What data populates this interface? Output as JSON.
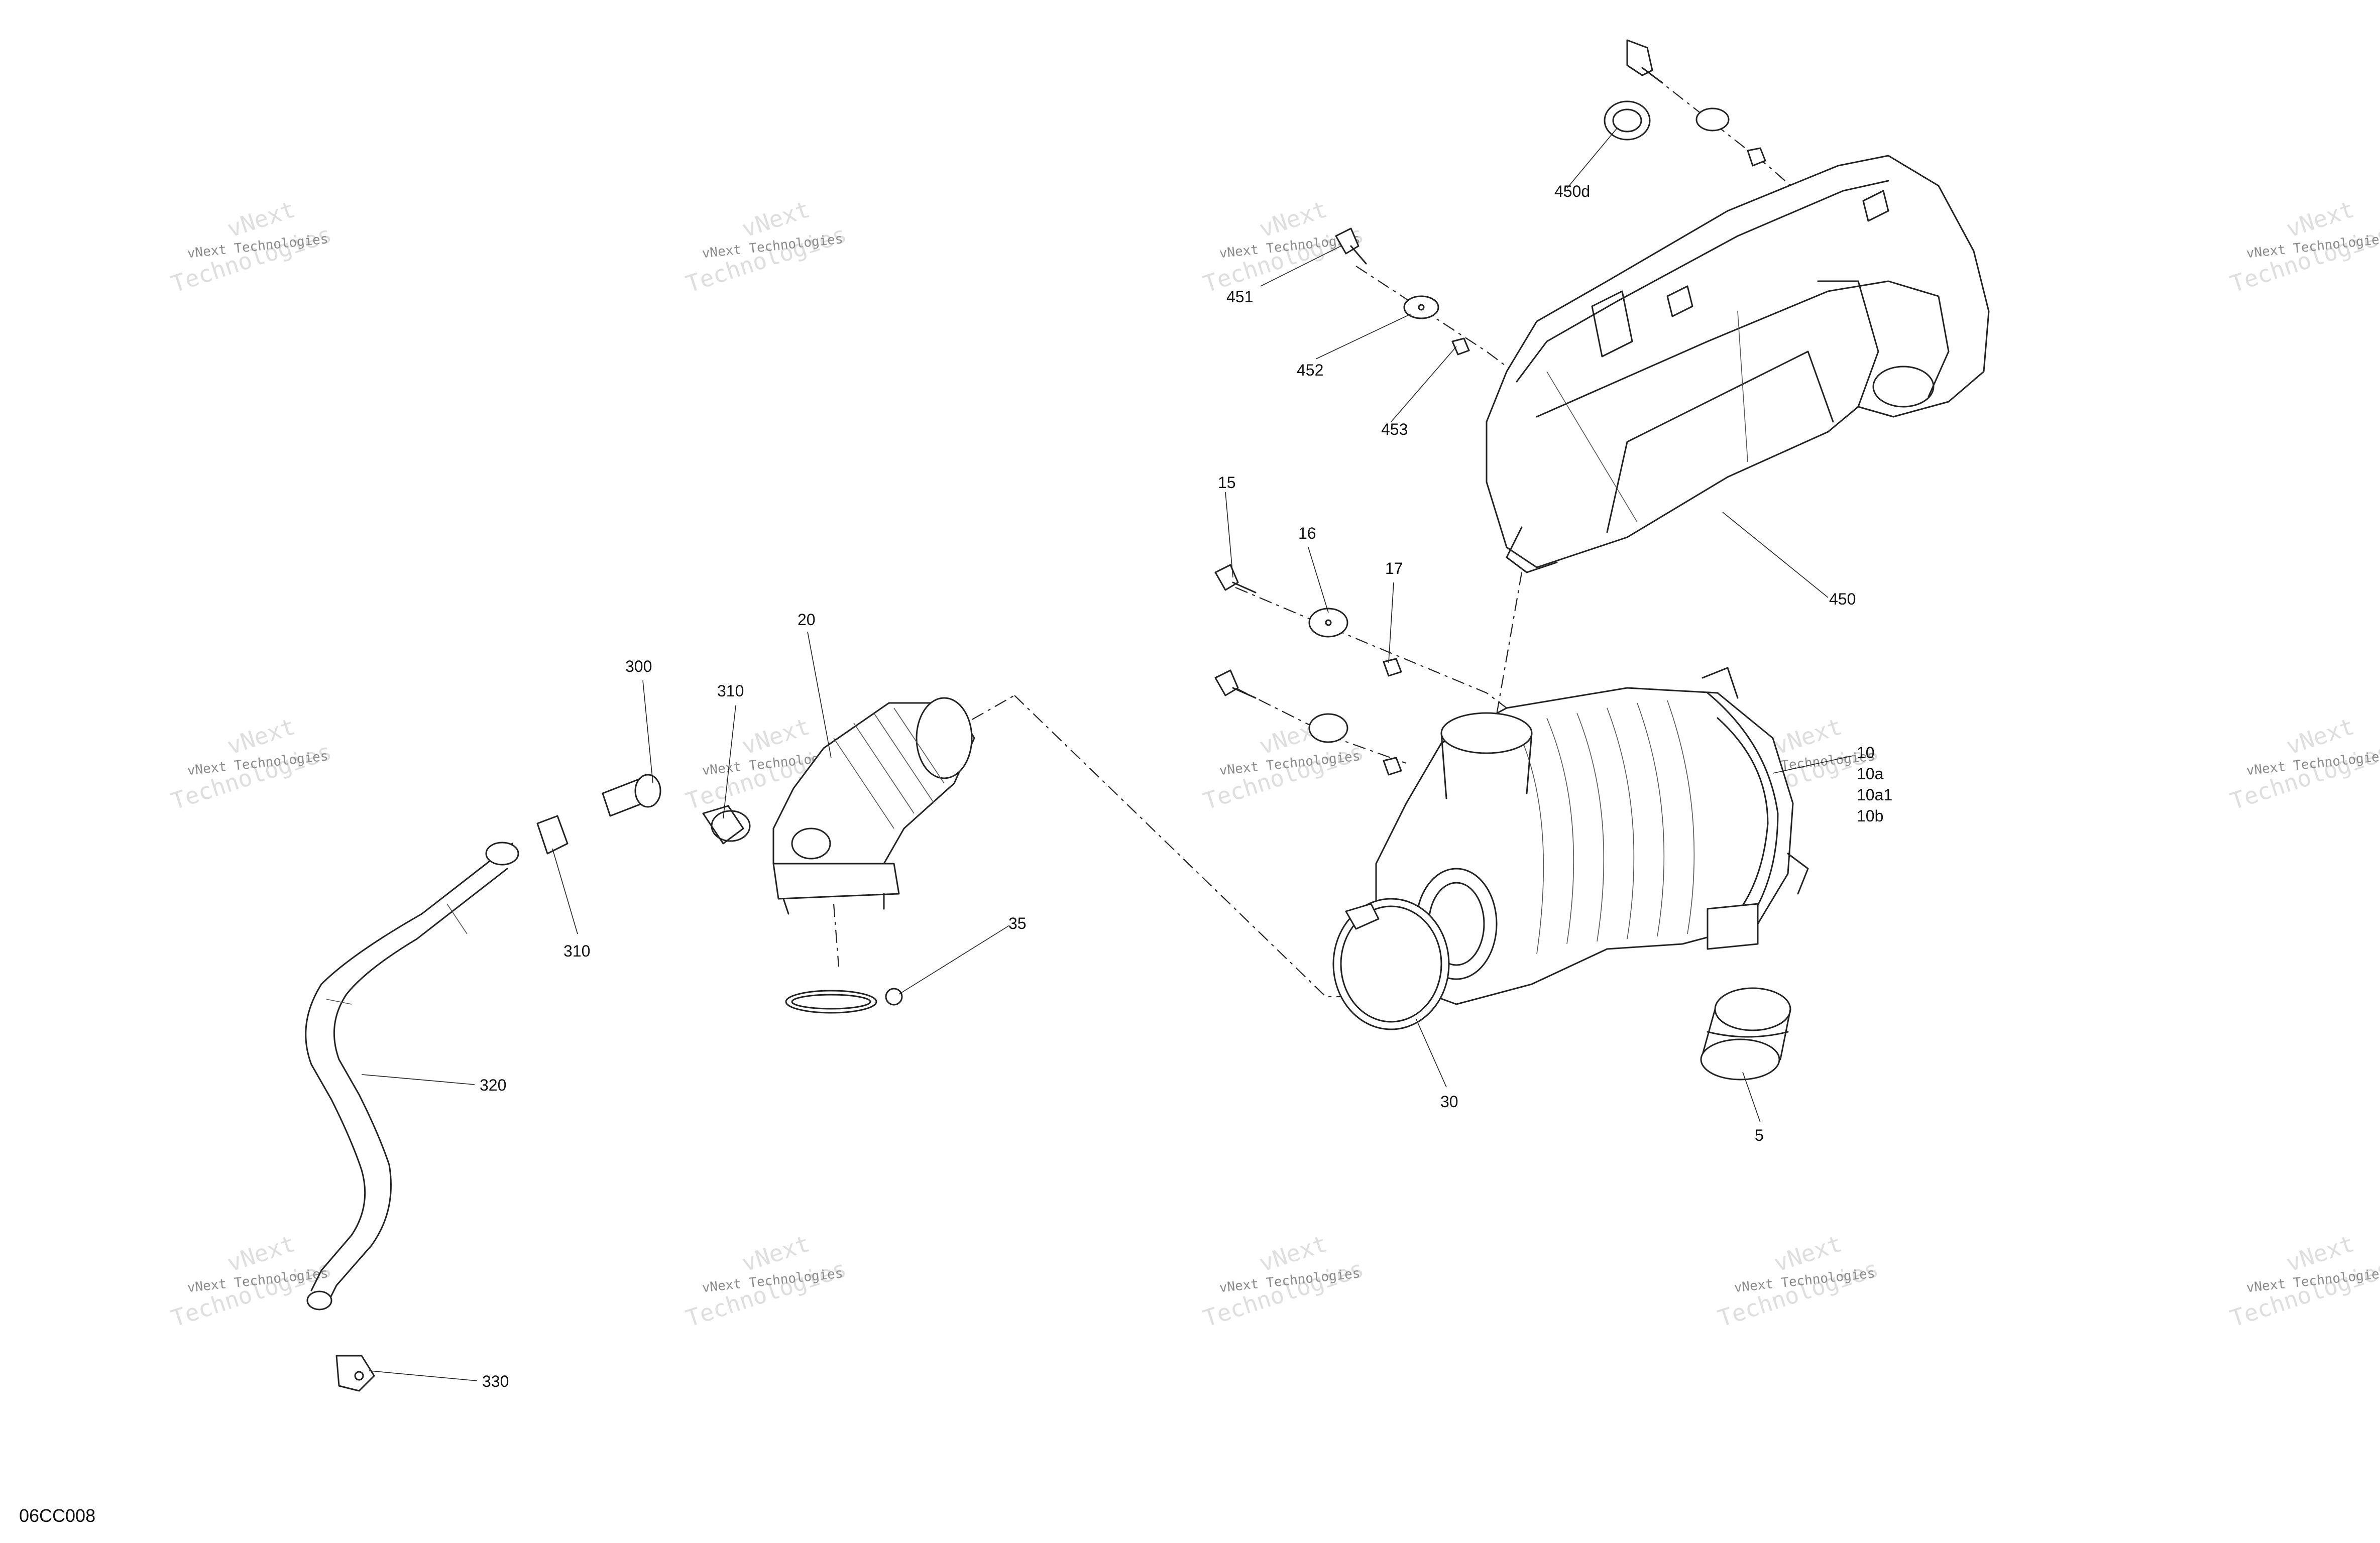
{
  "drawing_id": "06CC008",
  "watermark": {
    "brand": "vNext",
    "line1": "vNext Technologies",
    "line2": "Technologies"
  },
  "callouts": [
    {
      "id": "450d",
      "label": "450d"
    },
    {
      "id": "451",
      "label": "451"
    },
    {
      "id": "452",
      "label": "452"
    },
    {
      "id": "453",
      "label": "453"
    },
    {
      "id": "450",
      "label": "450"
    },
    {
      "id": "15",
      "label": "15"
    },
    {
      "id": "16",
      "label": "16"
    },
    {
      "id": "17",
      "label": "17"
    },
    {
      "id": "10",
      "label": "10"
    },
    {
      "id": "10a",
      "label": "10a"
    },
    {
      "id": "10a1",
      "label": "10a1"
    },
    {
      "id": "10b",
      "label": "10b"
    },
    {
      "id": "20",
      "label": "20"
    },
    {
      "id": "300",
      "label": "300"
    },
    {
      "id": "310a",
      "label": "310"
    },
    {
      "id": "310b",
      "label": "310"
    },
    {
      "id": "35",
      "label": "35"
    },
    {
      "id": "320",
      "label": "320"
    },
    {
      "id": "330",
      "label": "330"
    },
    {
      "id": "30",
      "label": "30"
    },
    {
      "id": "5",
      "label": "5"
    }
  ]
}
